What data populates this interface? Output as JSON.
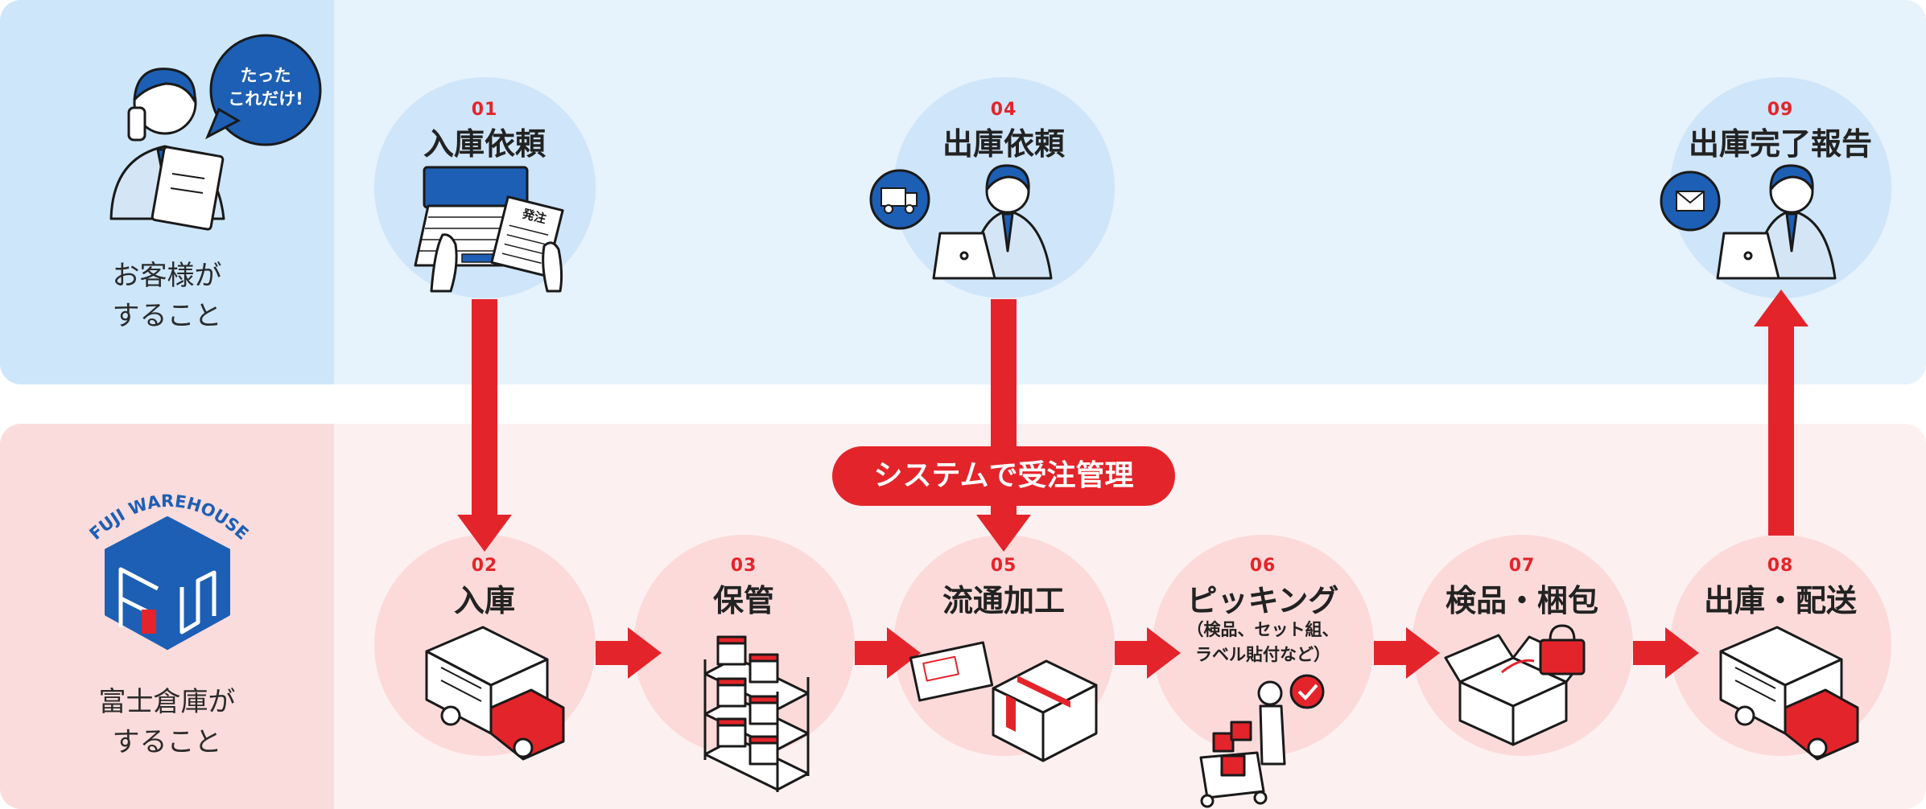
{
  "lanes": {
    "customer": {
      "label": "お客様が\nすること",
      "speech": "たった\nこれだけ!"
    },
    "warehouse": {
      "label": "富士倉庫が\nすること",
      "logo_text": "FUJI WAREHOUSE"
    }
  },
  "steps": [
    {
      "no": "01",
      "title": "入庫依頼"
    },
    {
      "no": "02",
      "title": "入庫"
    },
    {
      "no": "03",
      "title": "保管"
    },
    {
      "no": "04",
      "title": "出庫依頼"
    },
    {
      "no": "05",
      "title": "流通加工"
    },
    {
      "no": "06",
      "title": "ピッキング",
      "note": "（検品、セット組、\nラベル貼付など）"
    },
    {
      "no": "07",
      "title": "検品・梱包"
    },
    {
      "no": "08",
      "title": "出庫・配送"
    },
    {
      "no": "09",
      "title": "出庫完了報告"
    }
  ],
  "system_label": "システムで受注管理",
  "order_slip_text": "発注",
  "colors": {
    "accent_red": "#e4242b",
    "brand_blue": "#1d5fb4",
    "lane_blue": "#e6f2fc",
    "lane_pink": "#fdf0f0"
  }
}
